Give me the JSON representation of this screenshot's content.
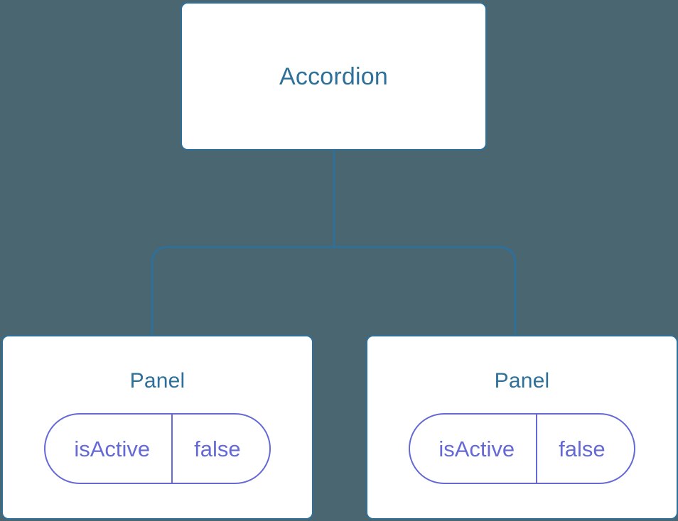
{
  "canvas": {
    "background_color": "#4a6670",
    "edge_color": "#2e7099",
    "node_border_color": "#2e7099",
    "node_fill_color": "#ffffff",
    "title_color": "#2e7099",
    "state_color": "#6469d6"
  },
  "tree": {
    "root": {
      "label": "Accordion"
    },
    "children": [
      {
        "label": "Panel",
        "state": {
          "key": "isActive",
          "value": "false"
        }
      },
      {
        "label": "Panel",
        "state": {
          "key": "isActive",
          "value": "false"
        }
      }
    ]
  }
}
